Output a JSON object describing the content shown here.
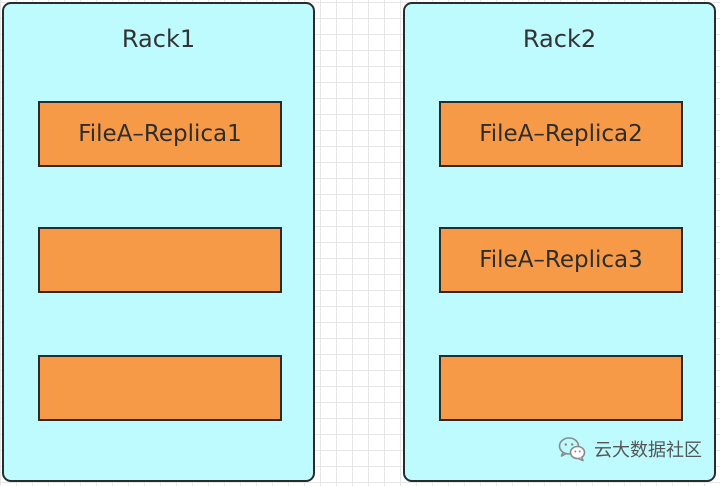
{
  "colors": {
    "rack_fill": "#bdfbff",
    "block_fill": "#f79a48",
    "border": "#2b2b2b",
    "grid": "#e6e6e6"
  },
  "racks": [
    {
      "title": "Rack1",
      "blocks": [
        {
          "label": "FileA–Replica1"
        },
        {
          "label": ""
        },
        {
          "label": ""
        }
      ]
    },
    {
      "title": "Rack2",
      "blocks": [
        {
          "label": "FileA–Replica2"
        },
        {
          "label": "FileA–Replica3"
        },
        {
          "label": ""
        }
      ]
    }
  ],
  "watermark": {
    "icon": "wechat-icon",
    "text": "云大数据社区"
  }
}
